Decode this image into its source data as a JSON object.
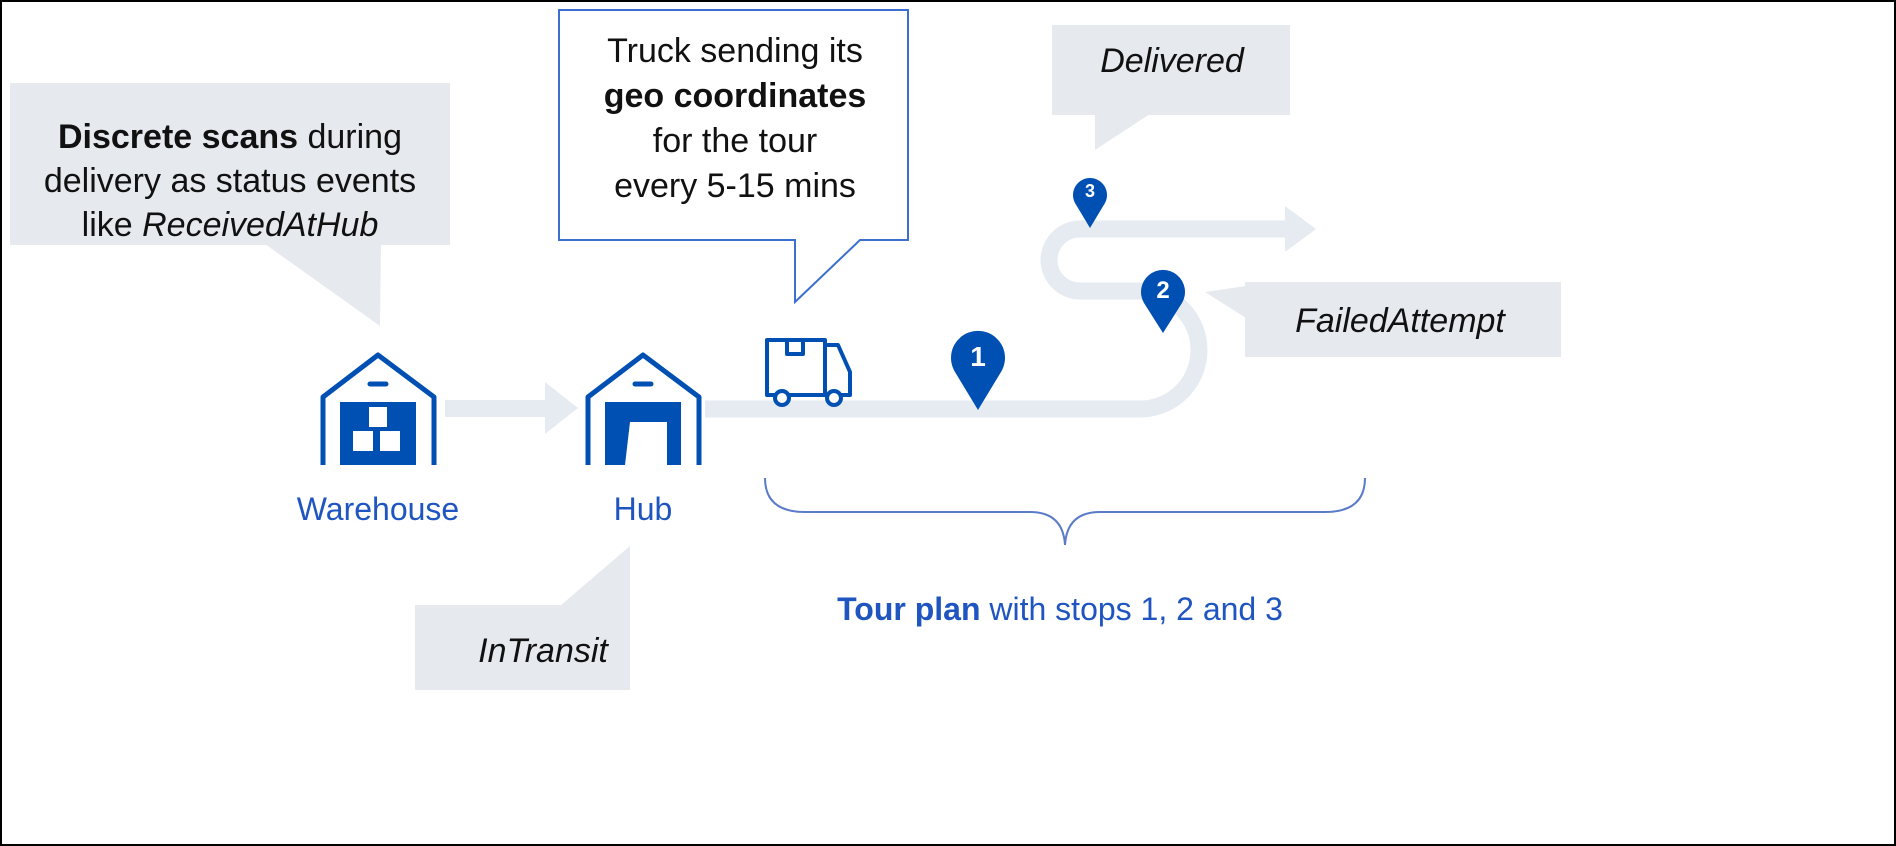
{
  "colors": {
    "brand_blue": "#0050b3",
    "label_blue": "#1f55c0",
    "bubble_gray": "#e6e9ee",
    "road_gray": "#e6ebf2"
  },
  "scans_callout": {
    "line1_bold": "Discrete scans",
    "line1_rest": " during",
    "line2": "delivery as status events",
    "line3_prefix": "like ",
    "line3_italic": "ReceivedAtHub"
  },
  "truck_callout": {
    "line1": "Truck sending its",
    "line2_bold": "geo coordinates",
    "line3": "for the tour",
    "line4": "every 5-15 mins"
  },
  "delivered_callout": "Delivered",
  "failed_callout": "FailedAttempt",
  "intransit_callout": "InTransit",
  "nodes": {
    "warehouse": "Warehouse",
    "hub": "Hub"
  },
  "stops": [
    "1",
    "2",
    "3"
  ],
  "tour_plan": {
    "bold": "Tour plan",
    "rest": " with stops 1, 2 and 3"
  }
}
